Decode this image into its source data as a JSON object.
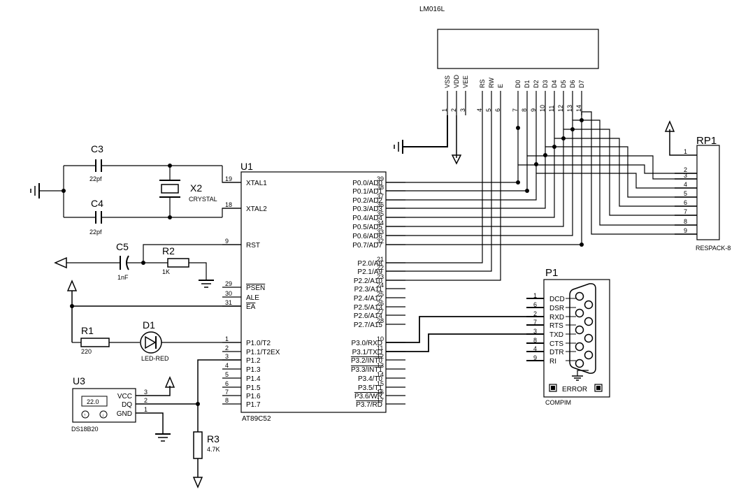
{
  "lcd": {
    "title": "LM016L",
    "pins": [
      {
        "name": "VSS",
        "num": "1"
      },
      {
        "name": "VDD",
        "num": "2"
      },
      {
        "name": "VEE",
        "num": "3"
      },
      {
        "name": "RS",
        "num": "4"
      },
      {
        "name": "RW",
        "num": "5"
      },
      {
        "name": "E",
        "num": "6"
      },
      {
        "name": "D0",
        "num": "7"
      },
      {
        "name": "D1",
        "num": "8"
      },
      {
        "name": "D2",
        "num": "9"
      },
      {
        "name": "D3",
        "num": "10"
      },
      {
        "name": "D4",
        "num": "11"
      },
      {
        "name": "D5",
        "num": "12"
      },
      {
        "name": "D6",
        "num": "13"
      },
      {
        "name": "D7",
        "num": "14"
      }
    ]
  },
  "mcu": {
    "ref": "U1",
    "part": "AT89C52",
    "left_pins": [
      {
        "num": "19",
        "name": "XTAL1"
      },
      {
        "num": "18",
        "name": "XTAL2"
      },
      {
        "num": "9",
        "name": "RST"
      },
      {
        "num": "29",
        "name": "PSEN"
      },
      {
        "num": "30",
        "name": "ALE"
      },
      {
        "num": "31",
        "name": "EA"
      },
      {
        "num": "1",
        "name": "P1.0/T2"
      },
      {
        "num": "2",
        "name": "P1.1/T2EX"
      },
      {
        "num": "3",
        "name": "P1.2"
      },
      {
        "num": "4",
        "name": "P1.3"
      },
      {
        "num": "5",
        "name": "P1.4"
      },
      {
        "num": "6",
        "name": "P1.5"
      },
      {
        "num": "7",
        "name": "P1.6"
      },
      {
        "num": "8",
        "name": "P1.7"
      }
    ],
    "right_pins": [
      {
        "num": "39",
        "name": "P0.0/AD0"
      },
      {
        "num": "38",
        "name": "P0.1/AD1"
      },
      {
        "num": "37",
        "name": "P0.2/AD2"
      },
      {
        "num": "36",
        "name": "P0.3/AD3"
      },
      {
        "num": "35",
        "name": "P0.4/AD4"
      },
      {
        "num": "34",
        "name": "P0.5/AD5"
      },
      {
        "num": "33",
        "name": "P0.6/AD6"
      },
      {
        "num": "32",
        "name": "P0.7/AD7"
      },
      {
        "num": "21",
        "name": "P2.0/A8"
      },
      {
        "num": "22",
        "name": "P2.1/A9"
      },
      {
        "num": "23",
        "name": "P2.2/A10"
      },
      {
        "num": "24",
        "name": "P2.3/A11"
      },
      {
        "num": "25",
        "name": "P2.4/A12"
      },
      {
        "num": "26",
        "name": "P2.5/A13"
      },
      {
        "num": "27",
        "name": "P2.6/A14"
      },
      {
        "num": "28",
        "name": "P2.7/A15"
      },
      {
        "num": "10",
        "name": "P3.0/RXD"
      },
      {
        "num": "11",
        "name": "P3.1/TXD"
      },
      {
        "num": "12",
        "name": "P3.2/INT0"
      },
      {
        "num": "13",
        "name": "P3.3/INT1"
      },
      {
        "num": "14",
        "name": "P3.4/T0"
      },
      {
        "num": "15",
        "name": "P3.5/T1"
      },
      {
        "num": "16",
        "name": "P3.6/WR"
      },
      {
        "num": "17",
        "name": "P3.7/RD"
      }
    ]
  },
  "rp1": {
    "ref": "RP1",
    "part": "RESPACK-8",
    "pins": [
      "1",
      "2",
      "3",
      "4",
      "5",
      "6",
      "7",
      "8",
      "9"
    ]
  },
  "p1": {
    "ref": "P1",
    "part": "COMPIM",
    "error_label": "ERROR",
    "pins": [
      {
        "num": "1",
        "name": "DCD"
      },
      {
        "num": "6",
        "name": "DSR"
      },
      {
        "num": "2",
        "name": "RXD"
      },
      {
        "num": "7",
        "name": "RTS"
      },
      {
        "num": "3",
        "name": "TXD"
      },
      {
        "num": "8",
        "name": "CTS"
      },
      {
        "num": "4",
        "name": "DTR"
      },
      {
        "num": "9",
        "name": "RI"
      }
    ]
  },
  "u3": {
    "ref": "U3",
    "part": "DS18B20",
    "display": "22.0",
    "pins": [
      {
        "num": "3",
        "name": "VCC"
      },
      {
        "num": "2",
        "name": "DQ"
      },
      {
        "num": "1",
        "name": "GND"
      }
    ]
  },
  "components": {
    "c3": {
      "ref": "C3",
      "value": "22pf"
    },
    "c4": {
      "ref": "C4",
      "value": "22pf"
    },
    "x2": {
      "ref": "X2",
      "value": "CRYSTAL"
    },
    "c5": {
      "ref": "C5",
      "value": "1nF"
    },
    "r2": {
      "ref": "R2",
      "value": "1K"
    },
    "r1": {
      "ref": "R1",
      "value": "220"
    },
    "d1": {
      "ref": "D1",
      "value": "LED-RED"
    },
    "r3": {
      "ref": "R3",
      "value": "4.7K"
    }
  }
}
